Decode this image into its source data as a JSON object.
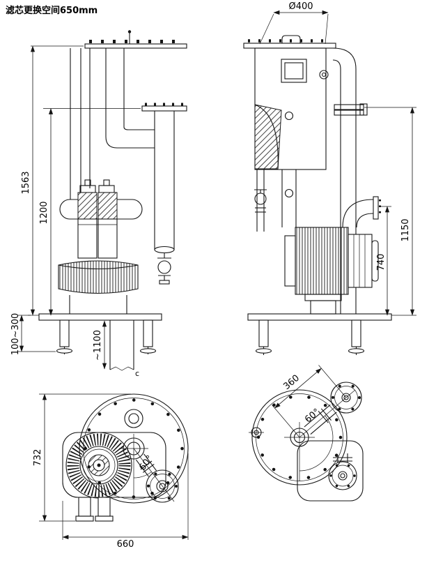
{
  "note": {
    "clearance": "滤芯更换空间650mm"
  },
  "dims": {
    "front": {
      "overall_height": "1563",
      "mid_height": "1200",
      "leg_range": "100~300",
      "drop_pipe": "~1100",
      "label_c": "c"
    },
    "side": {
      "tank_diameter": "Ø400",
      "pipe_height": "1150",
      "outlet_height": "740"
    },
    "plan_left": {
      "depth": "732",
      "width": "660",
      "angle": "60°"
    },
    "plan_right": {
      "branch_offset": "360",
      "angle": "60°"
    }
  }
}
